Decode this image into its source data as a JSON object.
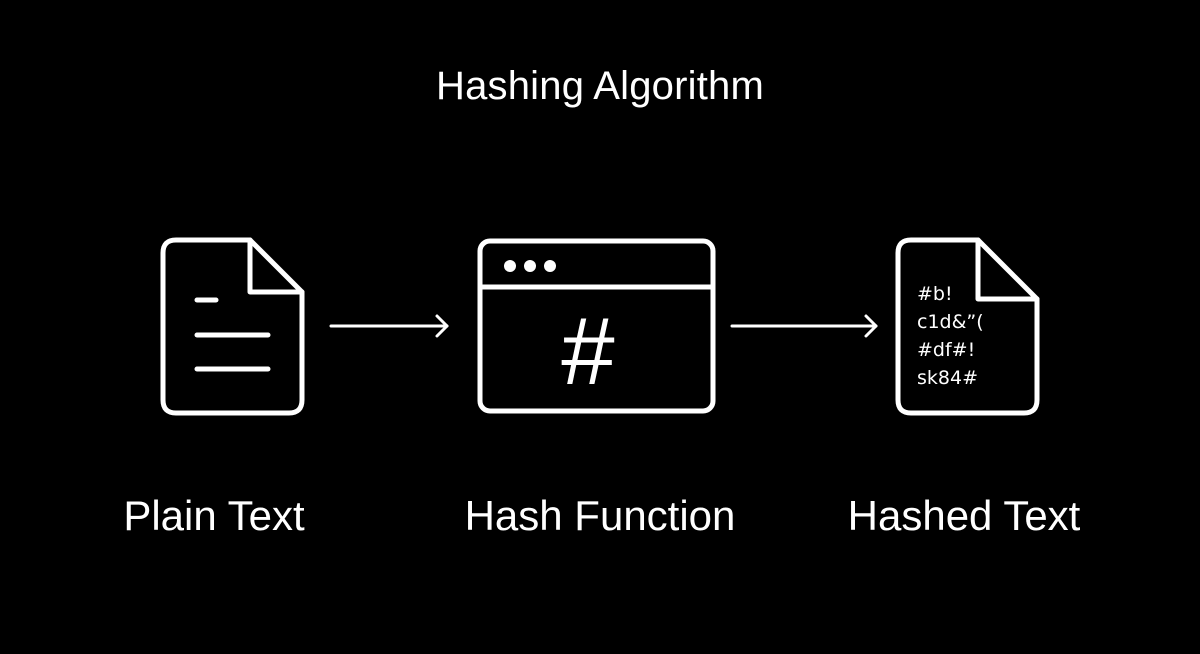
{
  "diagram": {
    "title": "Hashing Algorithm",
    "nodes": [
      {
        "id": "plain-text",
        "label": "Plain Text",
        "icon": "document-icon"
      },
      {
        "id": "hash-function",
        "label": "Hash Function",
        "icon": "browser-window-icon",
        "glyph": "#"
      },
      {
        "id": "hashed-text",
        "label": "Hashed Text",
        "icon": "document-icon",
        "content_lines": [
          "#b!",
          "c1d&”(",
          "#df#!",
          "sk84#"
        ]
      }
    ],
    "edges": [
      {
        "from": "plain-text",
        "to": "hash-function"
      },
      {
        "from": "hash-function",
        "to": "hashed-text"
      }
    ],
    "colors": {
      "background": "#000000",
      "foreground": "#ffffff"
    }
  }
}
